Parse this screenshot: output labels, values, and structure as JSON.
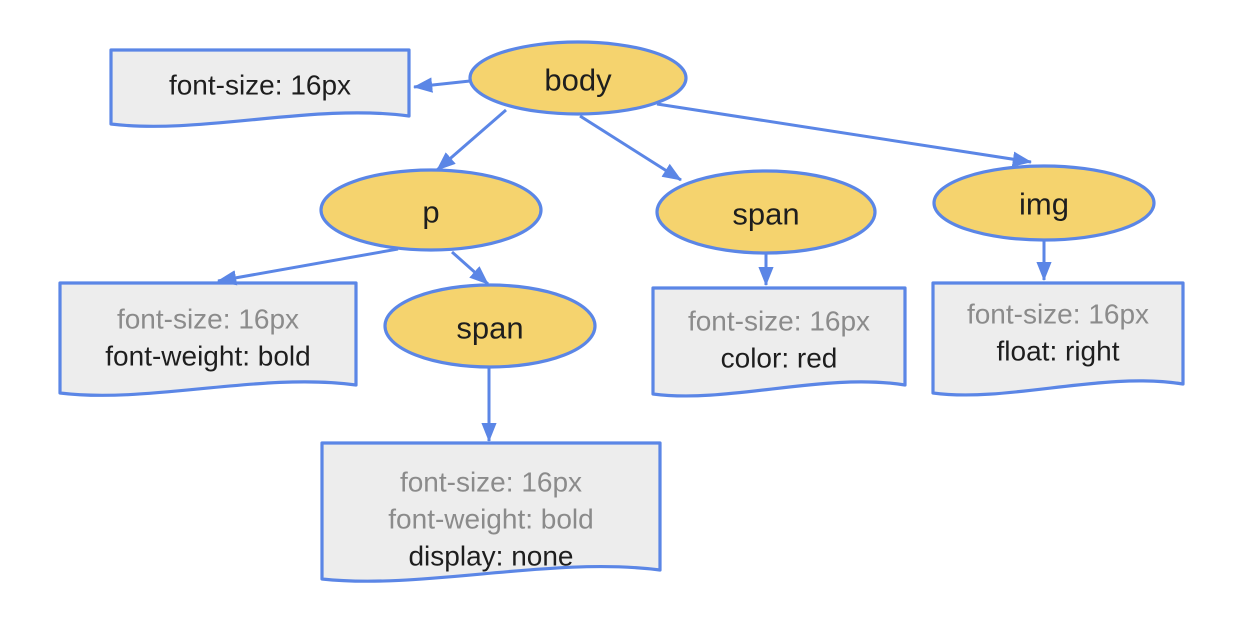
{
  "diagram": {
    "kind": "dom-style-inheritance-tree",
    "colors": {
      "background": "#FFFFFF",
      "node_fill": "#F5D36E",
      "node_border": "#5B86E6",
      "note_fill": "#EDEDED",
      "note_border": "#5B86E6",
      "arrow": "#5B86E6",
      "inherited_text": "#8B8B8B",
      "declared_text": "#1E1E1E"
    },
    "nodes": [
      {
        "id": "body",
        "label": "body"
      },
      {
        "id": "p",
        "label": "p"
      },
      {
        "id": "span-in-body",
        "label": "span"
      },
      {
        "id": "img",
        "label": "img"
      },
      {
        "id": "span-in-p",
        "label": "span"
      }
    ],
    "notes": [
      {
        "id": "body-note",
        "lines": [
          {
            "text": "font-size: 16px",
            "emphasis": "declared"
          }
        ]
      },
      {
        "id": "p-note",
        "lines": [
          {
            "text": "font-size: 16px",
            "emphasis": "inherited"
          },
          {
            "text": "font-weight: bold",
            "emphasis": "declared"
          }
        ]
      },
      {
        "id": "span-in-p-note",
        "lines": [
          {
            "text": "font-size: 16px",
            "emphasis": "inherited"
          },
          {
            "text": "font-weight: bold",
            "emphasis": "inherited"
          },
          {
            "text": "display: none",
            "emphasis": "declared"
          }
        ]
      },
      {
        "id": "span-in-body-note",
        "lines": [
          {
            "text": "font-size: 16px",
            "emphasis": "inherited"
          },
          {
            "text": "color: red",
            "emphasis": "declared"
          }
        ]
      },
      {
        "id": "img-note",
        "lines": [
          {
            "text": "font-size: 16px",
            "emphasis": "inherited"
          },
          {
            "text": "float: right",
            "emphasis": "declared"
          }
        ]
      }
    ]
  }
}
